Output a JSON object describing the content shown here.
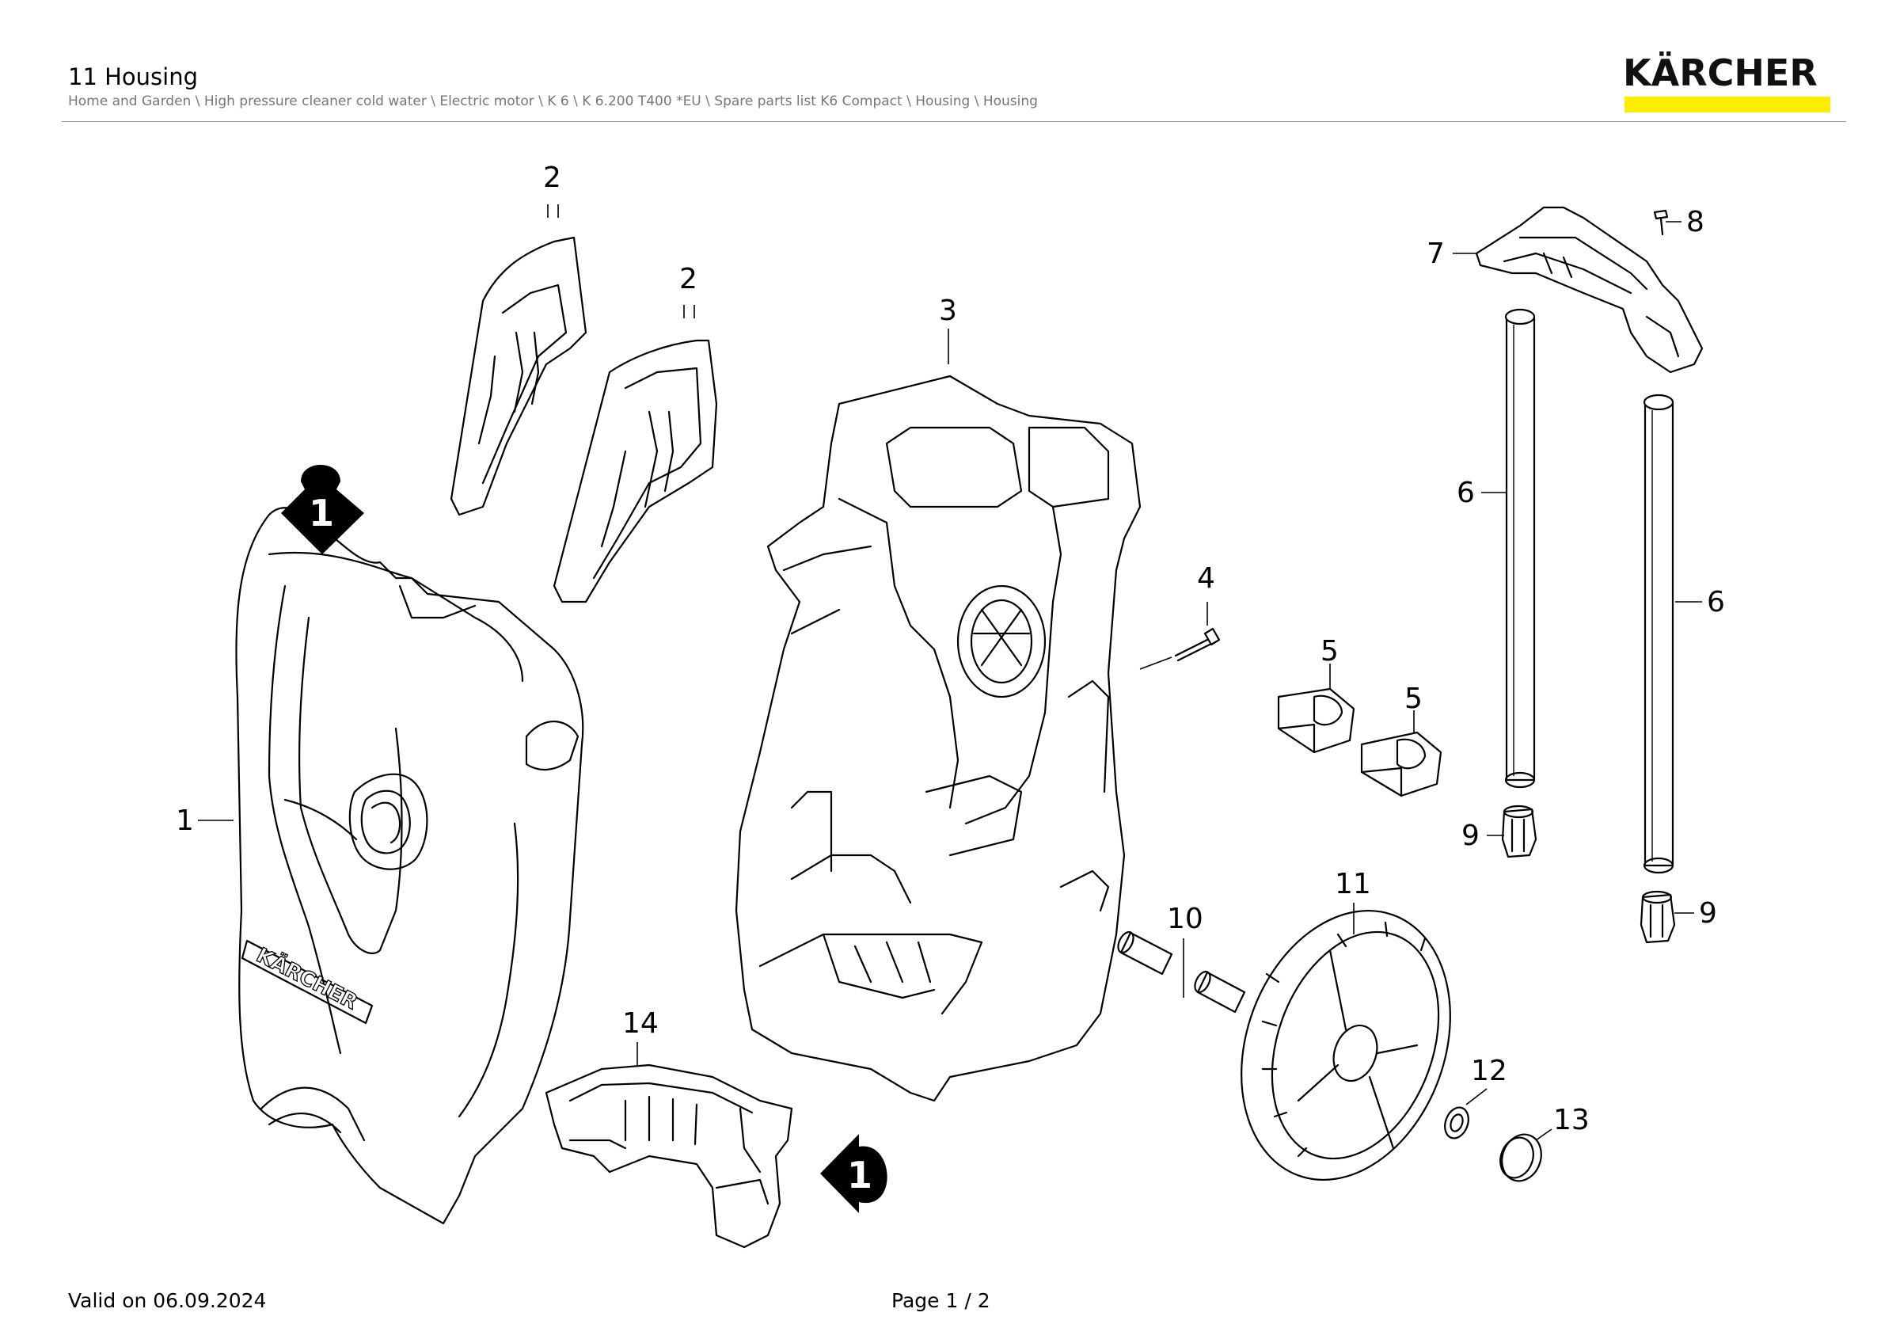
{
  "header": {
    "title": "11 Housing",
    "breadcrumb": "Home and Garden \\ High pressure cleaner cold water \\ Electric motor \\ K 6 \\ K 6.200 T400 *EU \\ Spare parts list K6 Compact \\ Housing \\ Housing"
  },
  "brand": {
    "logo_text": "KÄRCHER",
    "logo_bar_color": "#ffed00"
  },
  "diagram": {
    "part_labels": [
      "1",
      "2",
      "2",
      "3",
      "4",
      "5",
      "5",
      "6",
      "6",
      "7",
      "8",
      "9",
      "9",
      "10",
      "11",
      "12",
      "13",
      "14"
    ],
    "view_markers": [
      "1",
      "1"
    ],
    "housing_embossed_text": "KÄRCHER"
  },
  "footer": {
    "valid_on": "Valid on 06.09.2024",
    "page": "Page 1 / 2"
  }
}
